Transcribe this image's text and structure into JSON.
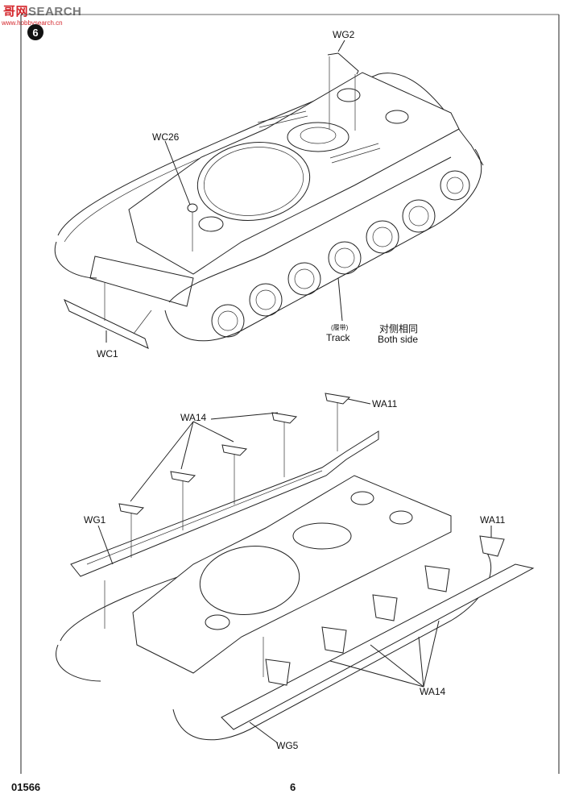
{
  "watermark": {
    "part1": "哥",
    "part2": "网",
    "part3": "SEARCH",
    "sub": "www.hobbysearch.cn"
  },
  "step_number": "6",
  "top": {
    "labels": {
      "wg2": "WG2",
      "wc26": "WC26",
      "wc1": "WC1",
      "track_cn": "(履带)",
      "track": "Track",
      "both_cn": "对侧相同",
      "both": "Both side"
    }
  },
  "bottom": {
    "labels": {
      "wa11_top": "WA11",
      "wa14_top": "WA14",
      "wg1": "WG1",
      "wa11_right": "WA11",
      "wa14_bottom": "WA14",
      "wg5": "WG5"
    }
  },
  "footer": {
    "code": "01566",
    "page": "6"
  }
}
